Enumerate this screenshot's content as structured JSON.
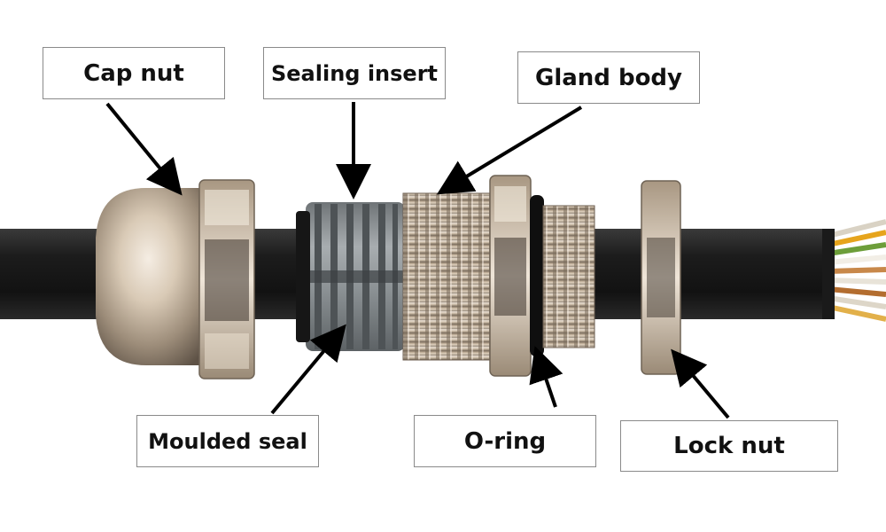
{
  "labels": {
    "cap_nut": "Cap nut",
    "sealing_insert": "Sealing insert",
    "gland_body": "Gland body",
    "moulded_seal": "Moulded seal",
    "o_ring": "O-ring",
    "lock_nut": "Lock nut"
  },
  "colors": {
    "background": "#ffffff",
    "cable": "#1a1a1a",
    "brass": "#c9b9a4",
    "seal_grey": "#8d9396",
    "o_ring": "#111111",
    "arrow": "#000000"
  }
}
